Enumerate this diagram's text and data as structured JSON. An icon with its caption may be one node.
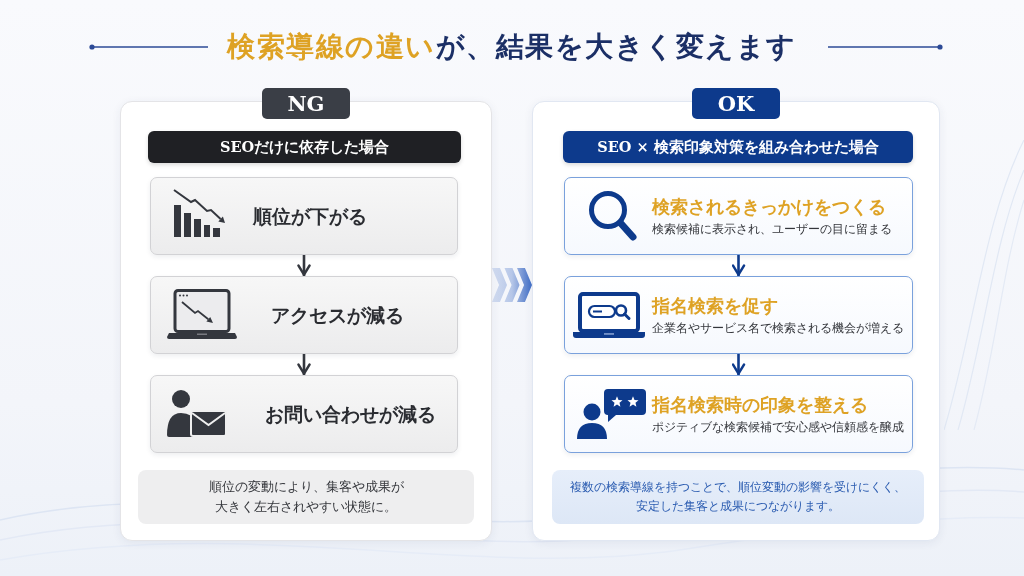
{
  "diagram": {
    "title": "**検索導線の違い**が、結果を大きく変えます",
    "nodes": [
      {
        "text": [
          "NG"
        ]
      },
      {
        "text": [
          "SEOだけに依存した場合"
        ],
        "in": 0
      },
      {
        "text": [
          "順位が下がる"
        ],
        "in": 0
      },
      {
        "text": [
          "アクセスが減る"
        ],
        "in": 0
      },
      {
        "text": [
          "お問い合わせが減る"
        ],
        "in": 0
      },
      {
        "text": [
          "順位の変動により、集客や成果が大きく左右されやすい状態に。"
        ],
        "in": 0
      },
      {
        "text": [
          "OK"
        ]
      },
      {
        "text": [
          "SEO × 検索印象対策を組み合わせた場合"
        ],
        "in": 6
      },
      {
        "text": [
          "検索されるきっかけをつくる",
          "検索候補に表示され、ユーザーの目に留まる"
        ],
        "in": 6
      },
      {
        "text": [
          "指名検索を促す",
          "企業名やサービス名で検索される機会が増える"
        ],
        "in": 6
      },
      {
        "text": [
          "指名検索時の印象を整える",
          "ポジティブな検索候補で安心感や信頼感を醸成"
        ],
        "in": 6
      },
      {
        "text": [
          "複数の検索導線を持つことで、順位変動の影響を受けにくく、安定した集客と成果につながります。"
        ],
        "in": 6
      }
    ],
    "edges": [
      {
        "from": 2,
        "to": 3,
        "arrow": "to"
      },
      {
        "from": 3,
        "to": 4,
        "arrow": "to"
      },
      {
        "from": 8,
        "to": 9,
        "arrow": "to",
        "color": "#0d3a8c"
      },
      {
        "from": 9,
        "to": 10,
        "arrow": "to",
        "color": "#0d3a8c"
      },
      {
        "from": 0,
        "to": 6,
        "arrow": "to",
        "color": "#3f6cc4"
      }
    ]
  }
}
